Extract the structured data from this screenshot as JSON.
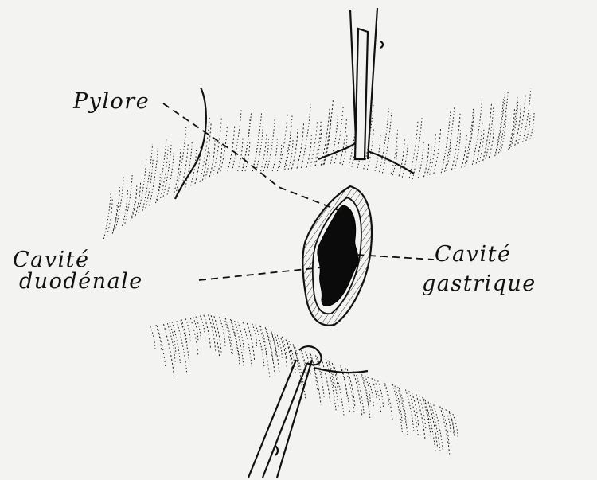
{
  "labels": {
    "pylore": "Pylore",
    "cavite_duodenale_line1": "Cavité",
    "cavite_duodenale_line2": "duodénale",
    "cavite_gastrique_line1": "Cavité",
    "cavite_gastrique_line2": "gastrique"
  },
  "colors": {
    "paper": "#f3f3f1",
    "ink": "#111111"
  }
}
